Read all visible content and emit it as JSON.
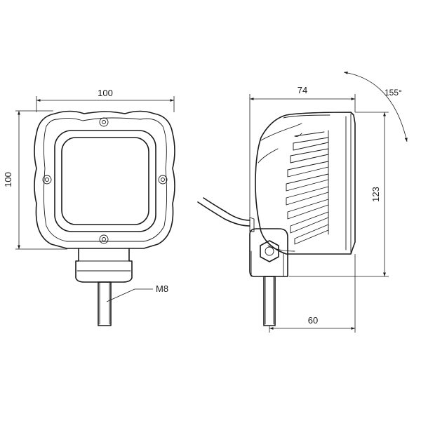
{
  "dimensions": {
    "front_width": "100",
    "front_height": "100",
    "side_depth": "74",
    "side_height": "123",
    "mount_offset": "60",
    "thread": "M8",
    "tilt_angle": "155°"
  },
  "colors": {
    "line": "#1a1a1a",
    "background": "#ffffff"
  }
}
